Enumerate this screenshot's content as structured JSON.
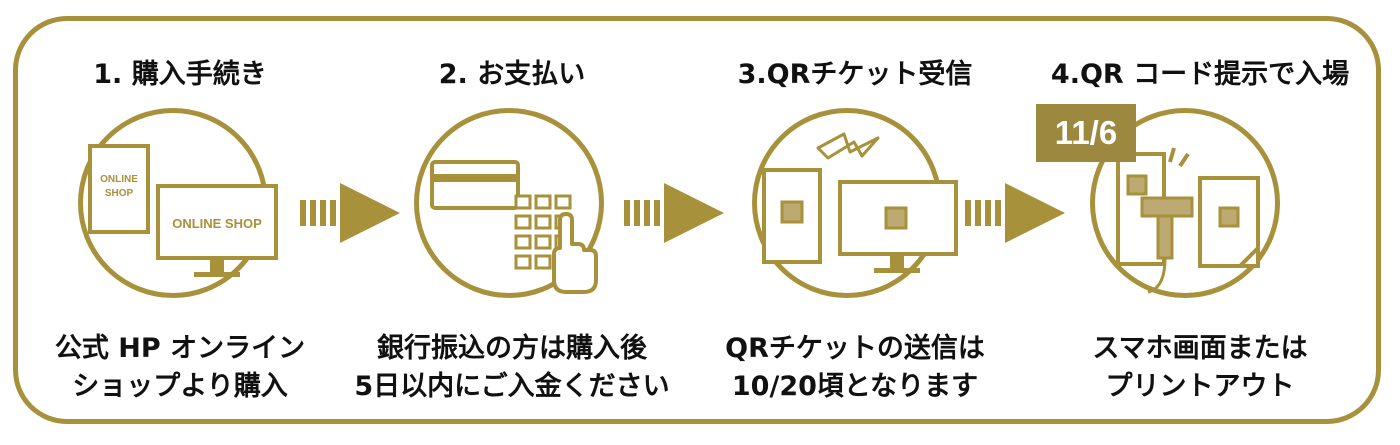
{
  "steps": [
    {
      "title": "1. 購入手続き",
      "desc": [
        "公式 HP オンライン",
        "ショップより購入"
      ],
      "shop_label_small": [
        "ONLINE",
        "SHOP"
      ],
      "shop_label_large": "ONLINE SHOP"
    },
    {
      "title": "2. お支払い",
      "desc": [
        "銀行振込の方は購入後",
        "5日以内にご入金ください"
      ]
    },
    {
      "title": "3.QRチケット受信",
      "desc": [
        "QRチケットの送信は",
        "10/20頃となります"
      ]
    },
    {
      "title": "4.QR コード提示で入場",
      "desc": [
        "スマホ画面または",
        "プリントアウト"
      ],
      "badge": "11/6"
    }
  ],
  "colors": {
    "accent": "#a7913b",
    "accent_dark": "#9d8840",
    "accent_fill": "#bda972"
  }
}
